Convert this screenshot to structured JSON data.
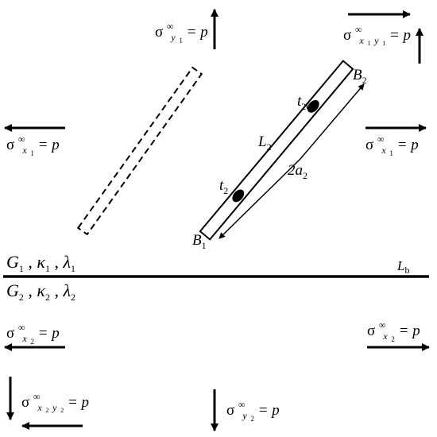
{
  "stress_labels": {
    "sigma": "σ",
    "infinity": "∞",
    "equals_p": " = p",
    "sub_y1": "y",
    "sub_y1_idx": "1",
    "sub_x1y1": "x",
    "sub_x1y1_idx1": "1",
    "sub_x1y1_y": "y",
    "sub_x1y1_idx2": "1",
    "sub_x1": "x",
    "sub_x1_idx": "1",
    "sub_x2": "x",
    "sub_x2_idx": "2",
    "sub_x2y2": "x",
    "sub_x2y2_idx1": "2",
    "sub_x2y2_y": "y",
    "sub_x2y2_idx2": "2",
    "sub_y2": "y",
    "sub_y2_idx": "2"
  },
  "crack_labels": {
    "B2": "B",
    "B2_idx": "2",
    "B1": "B",
    "B1_idx": "1",
    "t20": "t",
    "t20_idx": "20",
    "t2": "t",
    "t2_idx": "2",
    "L2": "L",
    "L2_idx": "2",
    "length": "2a",
    "length_idx": "2"
  },
  "materials": {
    "upper": {
      "G": "G",
      "G_idx": "1",
      "kappa": "κ",
      "kappa_idx": "1",
      "lambda": "λ",
      "lambda_idx": "1",
      "sep": " , "
    },
    "lower": {
      "G": "G",
      "G_idx": "2",
      "kappa": "κ",
      "kappa_idx": "2",
      "lambda": "λ",
      "lambda_idx": "2",
      "sep": " , "
    }
  },
  "interface_label": {
    "L": "L",
    "sub": "b"
  }
}
